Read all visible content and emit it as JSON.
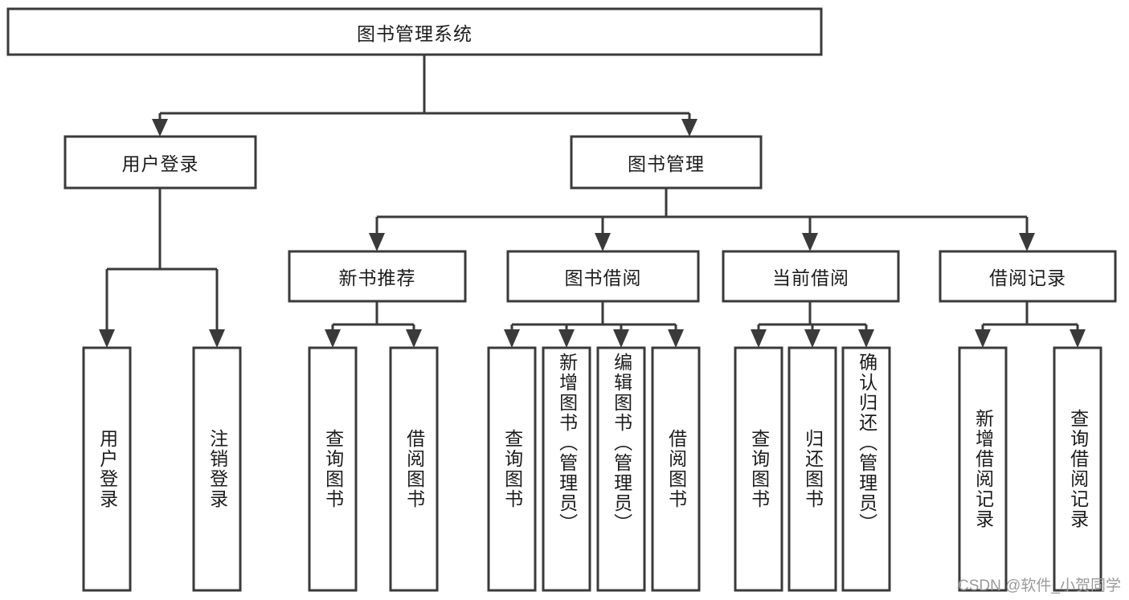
{
  "diagram": {
    "type": "tree",
    "title": "图书管理系统",
    "watermark": "CSDN @软件_小贺同学",
    "colors": {
      "background": "#ffffff",
      "box_fill": "#ffffff",
      "box_stroke": "#3a3a3a",
      "text": "#1c1c1c",
      "watermark": "#9a9a9a"
    },
    "nodes": {
      "root": {
        "label": "图书管理系统",
        "orientation": "horizontal",
        "level": 0
      },
      "user_login": {
        "label": "用户登录",
        "orientation": "horizontal",
        "level": 1
      },
      "book_manage": {
        "label": "图书管理",
        "orientation": "horizontal",
        "level": 1
      },
      "new_book_rec": {
        "label": "新书推荐",
        "orientation": "horizontal",
        "level": 2
      },
      "book_borrow": {
        "label": "图书借阅",
        "orientation": "horizontal",
        "level": 2
      },
      "current_borrow": {
        "label": "当前借阅",
        "orientation": "horizontal",
        "level": 2
      },
      "borrow_record": {
        "label": "借阅记录",
        "orientation": "horizontal",
        "level": 2
      },
      "leaf_user_login": {
        "label": "用户登录",
        "orientation": "vertical",
        "level": 2
      },
      "leaf_logout": {
        "label": "注销登录",
        "orientation": "vertical",
        "level": 2
      },
      "leaf_query_book_rec": {
        "label": "查询图书",
        "orientation": "vertical",
        "level": 3
      },
      "leaf_borrow_book_rec": {
        "label": "借阅图书",
        "orientation": "vertical",
        "level": 3
      },
      "leaf_query_book_bb": {
        "label": "查询图书",
        "orientation": "vertical",
        "level": 3
      },
      "leaf_add_book": {
        "label": "新增图书（管理员）",
        "orientation": "vertical",
        "level": 3
      },
      "leaf_edit_book": {
        "label": "编辑图书（管理员）",
        "orientation": "vertical",
        "level": 3
      },
      "leaf_borrow_book_bb": {
        "label": "借阅图书",
        "orientation": "vertical",
        "level": 3
      },
      "leaf_query_book_cb": {
        "label": "查询图书",
        "orientation": "vertical",
        "level": 3
      },
      "leaf_return_book": {
        "label": "归还图书",
        "orientation": "vertical",
        "level": 3
      },
      "leaf_confirm_return": {
        "label": "确认归还（管理员）",
        "orientation": "vertical",
        "level": 3
      },
      "leaf_add_record": {
        "label": "新增借阅记录",
        "orientation": "vertical",
        "level": 3
      },
      "leaf_query_record": {
        "label": "查询借阅记录",
        "orientation": "vertical",
        "level": 3
      }
    },
    "edges": [
      {
        "from": "root",
        "to": "user_login"
      },
      {
        "from": "root",
        "to": "book_manage"
      },
      {
        "from": "user_login",
        "to": "leaf_user_login"
      },
      {
        "from": "user_login",
        "to": "leaf_logout"
      },
      {
        "from": "book_manage",
        "to": "new_book_rec"
      },
      {
        "from": "book_manage",
        "to": "book_borrow"
      },
      {
        "from": "book_manage",
        "to": "current_borrow"
      },
      {
        "from": "book_manage",
        "to": "borrow_record"
      },
      {
        "from": "new_book_rec",
        "to": "leaf_query_book_rec"
      },
      {
        "from": "new_book_rec",
        "to": "leaf_borrow_book_rec"
      },
      {
        "from": "book_borrow",
        "to": "leaf_query_book_bb"
      },
      {
        "from": "book_borrow",
        "to": "leaf_add_book"
      },
      {
        "from": "book_borrow",
        "to": "leaf_edit_book"
      },
      {
        "from": "book_borrow",
        "to": "leaf_borrow_book_bb"
      },
      {
        "from": "current_borrow",
        "to": "leaf_query_book_cb"
      },
      {
        "from": "current_borrow",
        "to": "leaf_return_book"
      },
      {
        "from": "current_borrow",
        "to": "leaf_confirm_return"
      },
      {
        "from": "borrow_record",
        "to": "leaf_add_record"
      },
      {
        "from": "borrow_record",
        "to": "leaf_query_record"
      }
    ]
  }
}
